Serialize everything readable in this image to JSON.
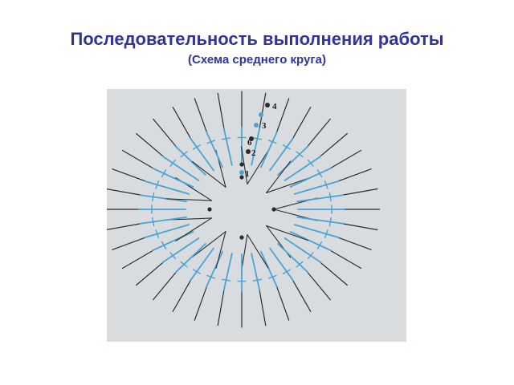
{
  "slide": {
    "title": "Последовательность выполнения работы",
    "subtitle": "(Схема среднего круга)"
  },
  "diagram": {
    "background": "#d9dcdf",
    "colors": {
      "blue_stitch": "#4aa3d2",
      "dark_stitch": "#2b2b2b",
      "title": "#33339a"
    },
    "row_labels": [
      "4",
      "3",
      "6",
      "2",
      "1"
    ],
    "spoke_count": 36
  }
}
